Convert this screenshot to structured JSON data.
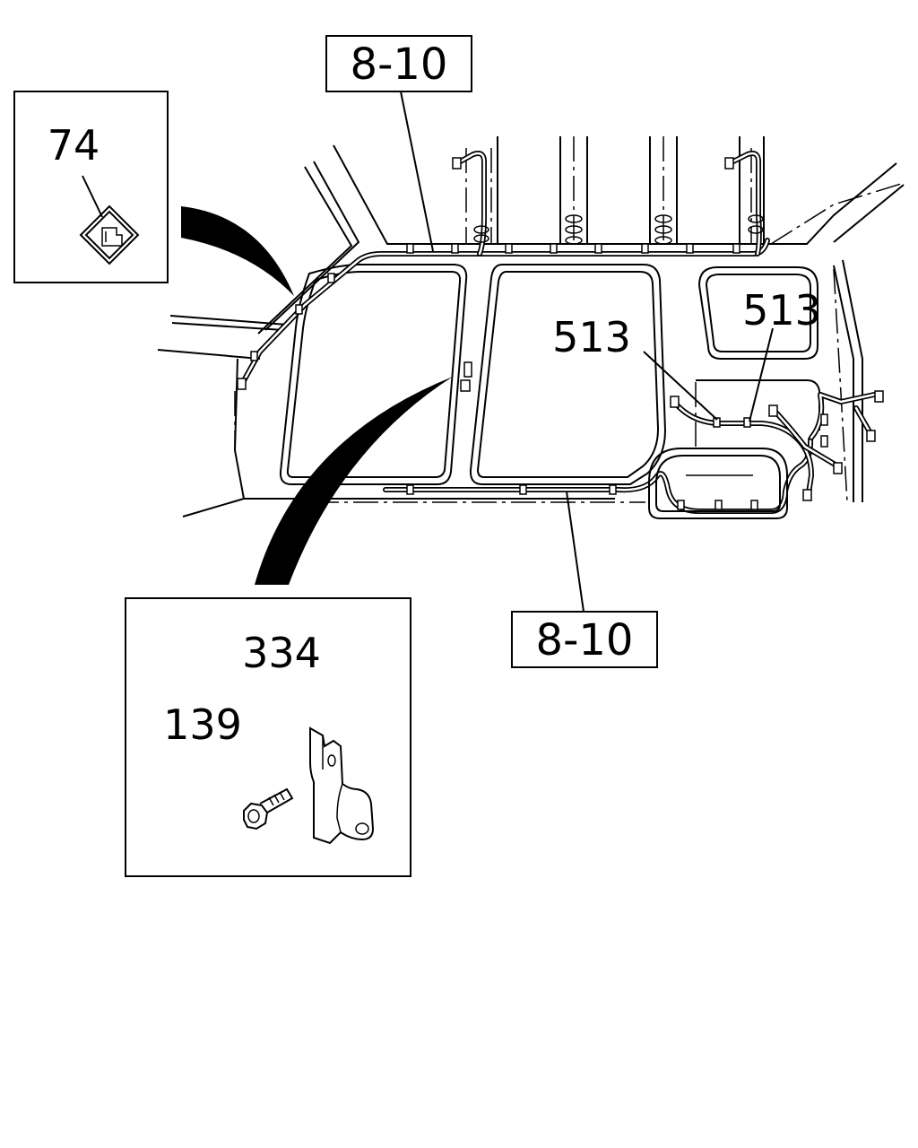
{
  "callouts": {
    "ref_top": "8-10",
    "ref_bottom": "8-10",
    "part_74": "74",
    "part_513_left": "513",
    "part_513_right": "513",
    "part_334": "334",
    "part_139": "139"
  }
}
